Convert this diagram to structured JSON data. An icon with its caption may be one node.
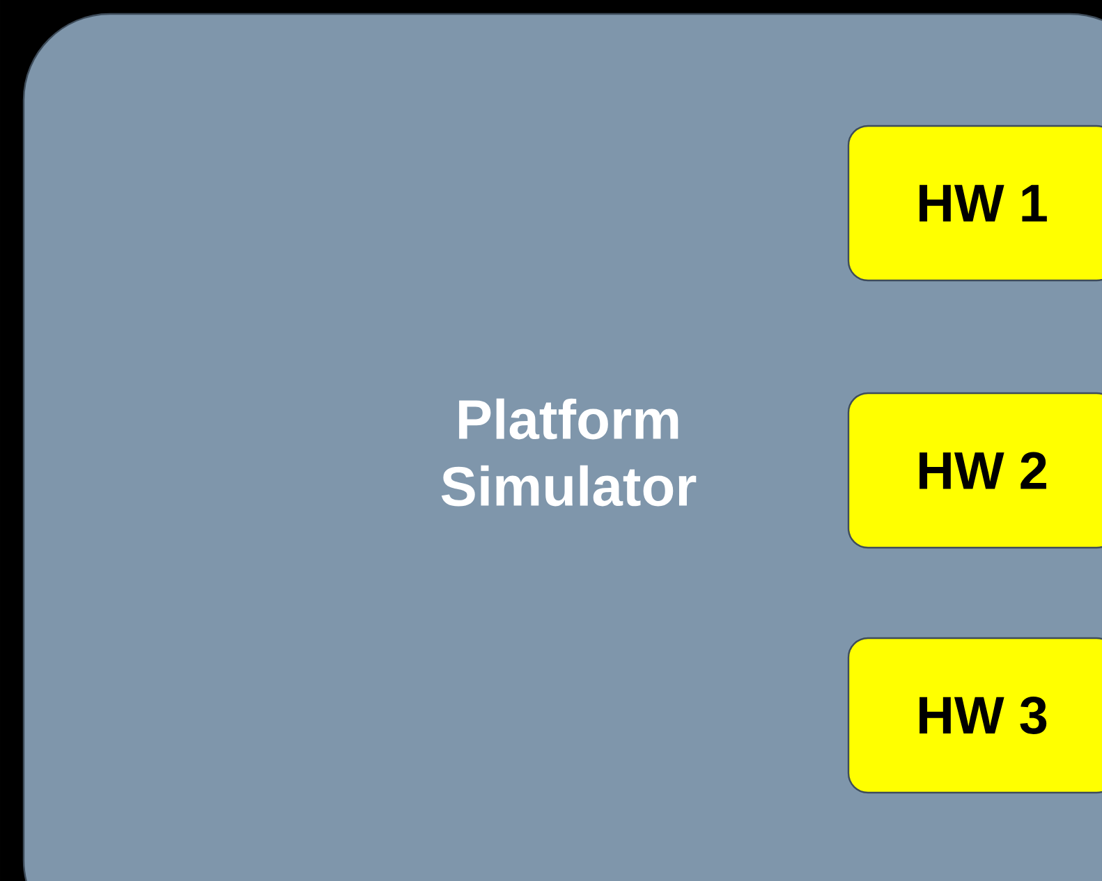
{
  "diagram": {
    "nodes": [
      {
        "text": [
          "Platform Simulator"
        ]
      },
      {
        "text": [
          "HW 1"
        ],
        "in": 0
      },
      {
        "text": [
          "HW 2"
        ],
        "in": 0
      },
      {
        "text": [
          "HW 3"
        ],
        "in": 0
      }
    ]
  }
}
